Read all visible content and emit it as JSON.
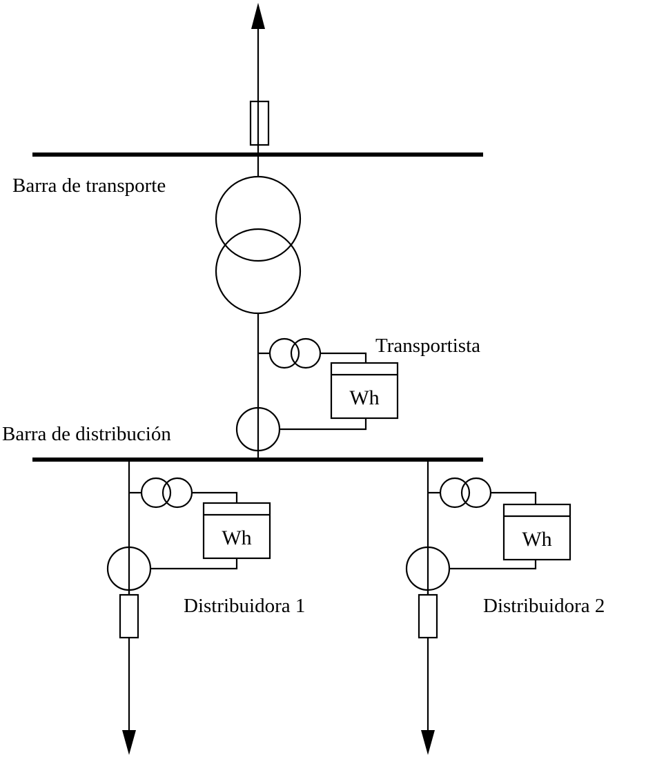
{
  "labels": {
    "transport_bus": "Barra de transporte",
    "distribution_bus": "Barra de distribución",
    "transportista": "Transportista",
    "distribuidora_1": "Distribuidora 1",
    "distribuidora_2": "Distribuidora 2"
  },
  "meters": {
    "transportista": "Wh",
    "distribuidora_1": "Wh",
    "distribuidora_2": "Wh"
  }
}
